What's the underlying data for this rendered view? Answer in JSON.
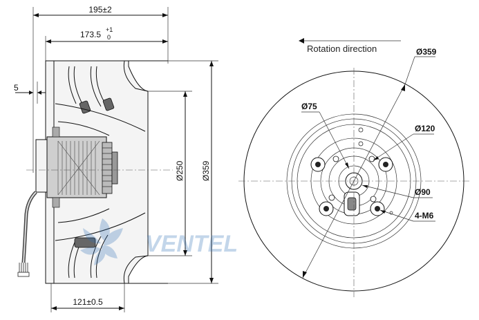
{
  "side_view": {
    "dim_overall_length": "195±2",
    "dim_inlet_length_base": "173.5",
    "dim_inlet_length_tol_upper": "+1",
    "dim_inlet_length_tol_lower": "0",
    "dim_flange": "5",
    "dim_inlet_diameter": "Ø250",
    "dim_outer_diameter": "Ø359",
    "dim_motor_length": "121±0.5"
  },
  "front_view": {
    "rotation_label": "Rotation direction",
    "dim_outer": "Ø359",
    "dim_hub": "Ø75",
    "dim_bolt_circle_outer": "Ø120",
    "dim_bolt_circle_inner": "Ø90",
    "dim_screws": "4-M6"
  },
  "watermark": {
    "text": "VENTEL"
  }
}
